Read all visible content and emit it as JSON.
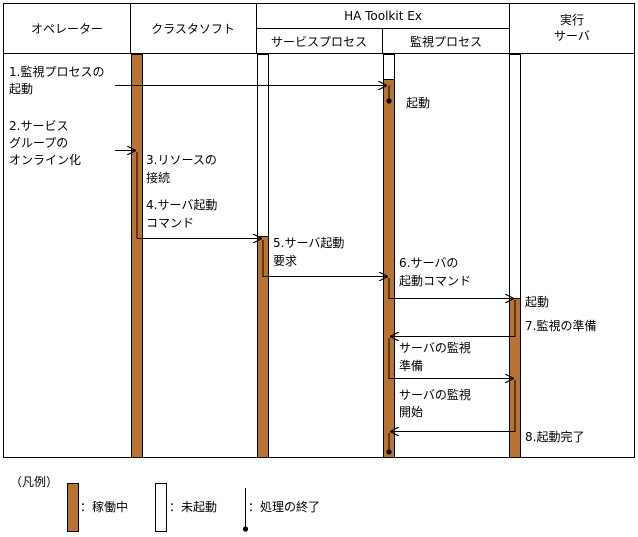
{
  "colors": {
    "active": "#b87333",
    "line": "#000000",
    "inactive": "#ffffff"
  },
  "headers": {
    "operator": "オペレーター",
    "cluster": "クラスタソフト",
    "toolkit": "HA Toolkit Ex",
    "service_process": "サービスプロセス",
    "monitor_process": "監視プロセス",
    "server_line1": "実行",
    "server_line2": "サーバ"
  },
  "steps": {
    "s1_l1": "1.監視プロセスの",
    "s1_l2": "起動",
    "start": "起動",
    "s2_l1": "2.サービス",
    "s2_l2": "グループの",
    "s2_l3": "オンライン化",
    "s3_l1": "3.リソースの",
    "s3_l2": "接続",
    "s4_l1": "4.サーバ起動",
    "s4_l2": "コマンド",
    "s5_l1": "5.サーバ起動",
    "s5_l2": "要求",
    "s6_l1": "6.サーバの",
    "s6_l2": "起動コマンド",
    "server_start": "起動",
    "s7": "7.監視の準備",
    "prep_l1": "サーバの監視",
    "prep_l2": "準備",
    "begin_l1": "サーバの監視",
    "begin_l2": "開始",
    "s8": "8.起動完了"
  },
  "legend": {
    "title": "（凡例）",
    "active": "：稼働中",
    "inactive": "：未起動",
    "end": "：処理の終了"
  }
}
